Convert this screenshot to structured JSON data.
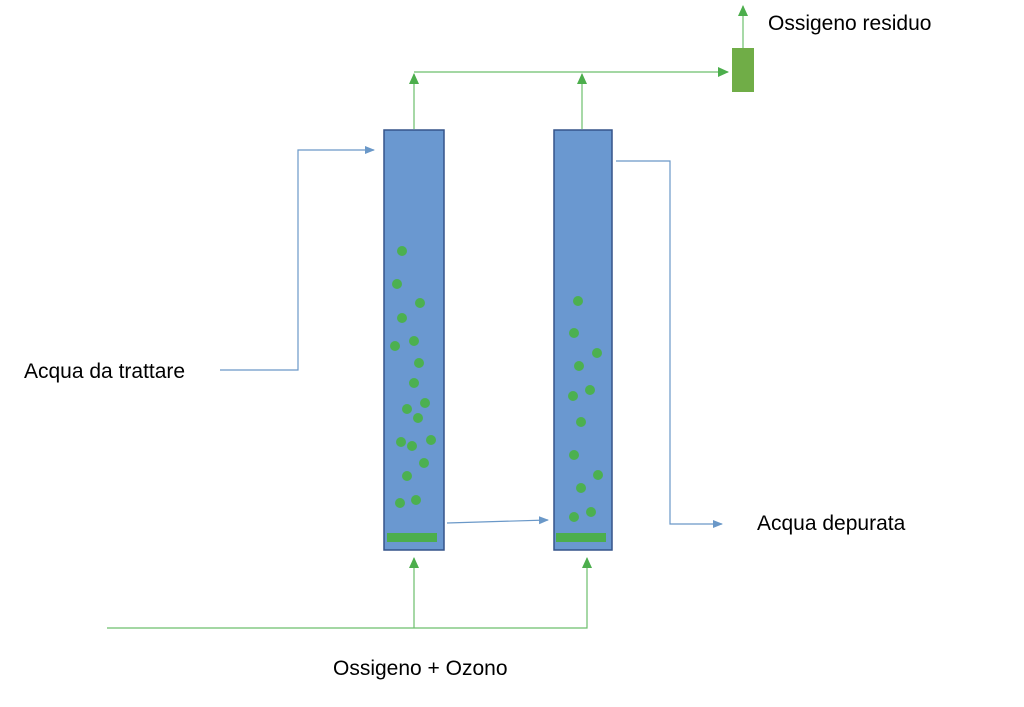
{
  "labels": {
    "residual_oxygen": "Ossigeno residuo",
    "water_in": "Acqua da trattare",
    "water_out": "Acqua depurata",
    "gas_in": "Ossigeno + Ozono"
  },
  "colors": {
    "water_line": "#6a98c8",
    "gas_line": "#6cbf6c",
    "column_fill": "#6a98d0",
    "column_stroke": "#35548a",
    "bubble": "#4cb050",
    "diffuser": "#4cae4c",
    "vent": "#70ad47"
  },
  "icons": {
    "arrow": "arrow-head-icon",
    "bubble": "gas-bubble-icon",
    "vent": "vent-outlet-icon"
  }
}
